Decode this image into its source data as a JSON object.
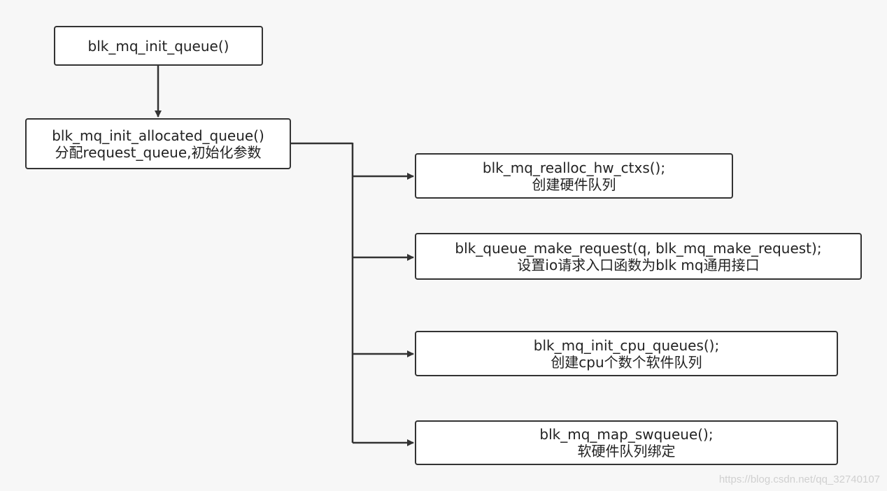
{
  "nodes": {
    "init_queue": {
      "line1": "blk_mq_init_queue()"
    },
    "init_allocated": {
      "line1": "blk_mq_init_allocated_queue()",
      "line2": "分配request_queue,初始化参数"
    },
    "realloc_hw": {
      "line1": "blk_mq_realloc_hw_ctxs();",
      "line2": "创建硬件队列"
    },
    "make_request": {
      "line1": "blk_queue_make_request(q, blk_mq_make_request);",
      "line2": "设置io请求入口函数为blk mq通用接口"
    },
    "init_cpu": {
      "line1": "blk_mq_init_cpu_queues();",
      "line2": "创建cpu个数个软件队列"
    },
    "map_swqueue": {
      "line1": "blk_mq_map_swqueue();",
      "line2": "软硬件队列绑定"
    }
  },
  "watermark": "https://blog.csdn.net/qq_32740107",
  "colors": {
    "stroke": "#333333",
    "background": "#f7f7f7",
    "node_fill": "#ffffff"
  }
}
